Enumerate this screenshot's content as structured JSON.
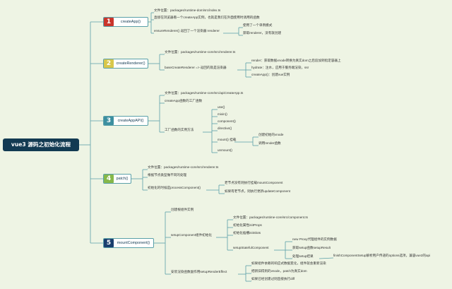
{
  "root": {
    "label": "vue3 源码之初始化流程"
  },
  "colors": {
    "background": "#eef4e4",
    "line": "#5aa0a8",
    "root_fill": "#123a52",
    "branch1": "#c9352b",
    "branch2": "#d8c74a",
    "branch3": "#3c8fa0",
    "branch4": "#86b84a",
    "branch5": "#1a3f6e"
  },
  "branches": {
    "b1": {
      "num": "1",
      "label": "createApp()",
      "items": {
        "file": "文件位置：packages/runtime-dom/src/index.ts",
        "note": "直接在浏览器看一个createApp实例，也就是我们在外面使用时调用的函数",
        "ensure": "ensureRenderer() 返回了一个渲染器 renderer",
        "singleton": "使用了一个单例模式",
        "get_renderer": "获取renderer，没有就创建"
      }
    },
    "b2": {
      "num": "2",
      "label": "createRenderer()",
      "items": {
        "file": "文件位置：packages/runtime-core/src/renderer.ts",
        "base": "baseCreateRenderer => 返回的就是渲染器",
        "render": "render：获取数据vnode转换为真实dom之后追加到指定容器上",
        "hydrate": "hydrate：注水，应用于服务端渲染，ssr",
        "create_app": "createApp()：创建vue实例"
      }
    },
    "b3": {
      "num": "3",
      "label": "createAppAPI()",
      "items": {
        "file": "文件位置：packages/runtime-core/src/apiCreateApp.ts",
        "factory": "createApp函数的工厂函数",
        "methods": "工厂函数的实例方法",
        "use": "use()",
        "mixin": "mixin()",
        "component": "component()",
        "directive": "directive()",
        "mount": "mount() 挂载",
        "create_vnode": "创建初始的vnode",
        "call_render": "调用render函数",
        "unmount": "unmount()"
      }
    },
    "b4": {
      "num": "4",
      "label": "patch()",
      "items": {
        "file": "文件位置：packages/runtime-core/src/renderer.ts",
        "by_type": "根据节点类型做不同的处理",
        "init_process": "初始化的时候是processComponent()",
        "old_none": "老节点没有则执行挂载mountComponent",
        "old_exists": "如果有老节点，则执行更新updateComponent"
      }
    },
    "b5": {
      "num": "5",
      "label": "mountComponent()",
      "items": {
        "create_instance": "创建根组件实例",
        "setup_component": "setupComponent组件初始化",
        "file": "文件位置：packages/runtime-core/src/component.ts",
        "init_props": "初始化属性initProps",
        "init_slots": "初始化插槽initSlots",
        "setup_stateful": "setupStatefulComponent",
        "new_proxy": "new Proxy代理组件的实例数据",
        "get_setup": "获取setup函数setupResult",
        "handle_setup": "处理setup结果",
        "finish": "finishComponentSetup解析用户传递的options选项，兼容vue2的api",
        "setup_render_effect": "安装渲染函数副作用setupRenderEffect",
        "effect_1": "如果组件依赖的响应式数据变化，组件就会重新渲染",
        "effect_2": "把新旧得到的vnode，patch为真实dom",
        "effect_3": "如果已经创建过则直接执行diff"
      }
    }
  }
}
